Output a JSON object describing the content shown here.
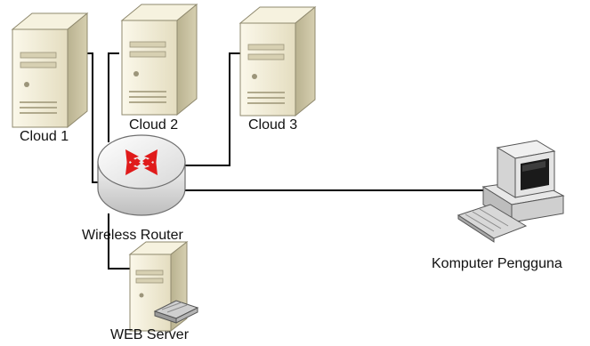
{
  "diagram": {
    "nodes": [
      {
        "id": "cloud1",
        "kind": "server",
        "label": "Cloud 1"
      },
      {
        "id": "cloud2",
        "kind": "server",
        "label": "Cloud 2"
      },
      {
        "id": "cloud3",
        "kind": "server",
        "label": "Cloud 3"
      },
      {
        "id": "router",
        "kind": "router",
        "label": "Wireless Router"
      },
      {
        "id": "webserver",
        "kind": "server",
        "label": "WEB Server"
      },
      {
        "id": "client",
        "kind": "computer",
        "label": "Komputer Pengguna"
      }
    ],
    "edges": [
      {
        "from": "cloud1",
        "to": "router"
      },
      {
        "from": "cloud2",
        "to": "router"
      },
      {
        "from": "cloud3",
        "to": "router"
      },
      {
        "from": "router",
        "to": "webserver"
      },
      {
        "from": "router",
        "to": "client"
      }
    ],
    "colors": {
      "server_face": "#f1ecd6",
      "server_side": "#c9c2a2",
      "router_body": "#e6e6e6",
      "router_arrows": "#e01a1a",
      "line": "#000000"
    }
  }
}
